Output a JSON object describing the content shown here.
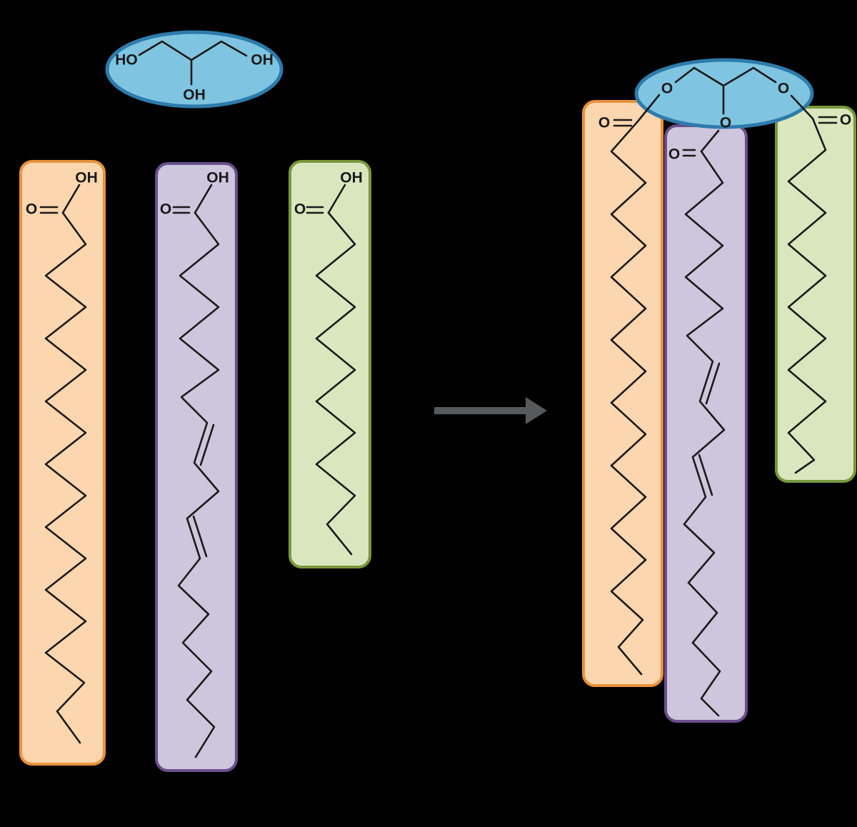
{
  "colors": {
    "background": "#000000",
    "bond": "#1a1a1a",
    "glycerol_fill": "#7fc5e1",
    "glycerol_stroke": "#2e7bac",
    "fatty_acid_1_fill": "#fcd6ae",
    "fatty_acid_1_stroke": "#e8923c",
    "fatty_acid_2_fill": "#cdc6dd",
    "fatty_acid_2_stroke": "#6a4e8c",
    "fatty_acid_3_fill": "#dae7be",
    "fatty_acid_3_stroke": "#78983c",
    "arrow": "#58595b"
  },
  "reactants": {
    "glycerol": {
      "label_ho": "HO",
      "label_oh_right": "OH",
      "label_oh_bottom": "OH"
    },
    "fatty_acid_1": {
      "label_oh": "OH",
      "label_o": "O"
    },
    "fatty_acid_2": {
      "label_oh": "OH",
      "label_o": "O"
    },
    "fatty_acid_3": {
      "label_oh": "OH",
      "label_o": "O"
    }
  },
  "product": {
    "glycerol_backbone": {
      "label_o_left": "O",
      "label_o_middle": "O",
      "label_o_right": "O"
    },
    "ester_1": {
      "label_o": "O"
    },
    "ester_2": {
      "label_o": "O"
    },
    "ester_3": {
      "label_o": "O"
    }
  }
}
